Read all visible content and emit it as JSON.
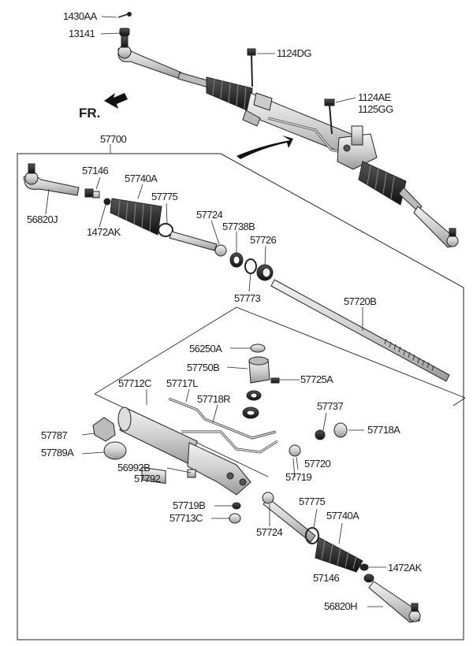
{
  "direction_label": "FR.",
  "labels": {
    "p1430AA": "1430AA",
    "p13141": "13141",
    "p1124DG": "1124DG",
    "p1124AE": "1124AE",
    "p1125GG": "1125GG",
    "p57700": "57700",
    "p57146_top": "57146",
    "p57740A_top": "57740A",
    "p57775_top": "57775",
    "p56820J": "56820J",
    "p1472AK_top": "1472AK",
    "p57724_top": "57724",
    "p57738B": "57738B",
    "p57726": "57726",
    "p57773": "57773",
    "p57720B": "57720B",
    "p56250A": "56250A",
    "p57750B": "57750B",
    "p57725A": "57725A",
    "p57712C": "57712C",
    "p57717L": "57717L",
    "p57718R": "57718R",
    "p57737": "57737",
    "p57718A": "57718A",
    "p57787": "57787",
    "p57789A": "57789A",
    "p56992B": "56992B",
    "p57792": "57792",
    "p57720": "57720",
    "p57719": "57719",
    "p57719B": "57719B",
    "p57713C": "57713C",
    "p57724_bot": "57724",
    "p57775_bot": "57775",
    "p57740A_bot": "57740A",
    "p1472AK_bot": "1472AK",
    "p57146_bot": "57146",
    "p56820H": "56820H"
  }
}
